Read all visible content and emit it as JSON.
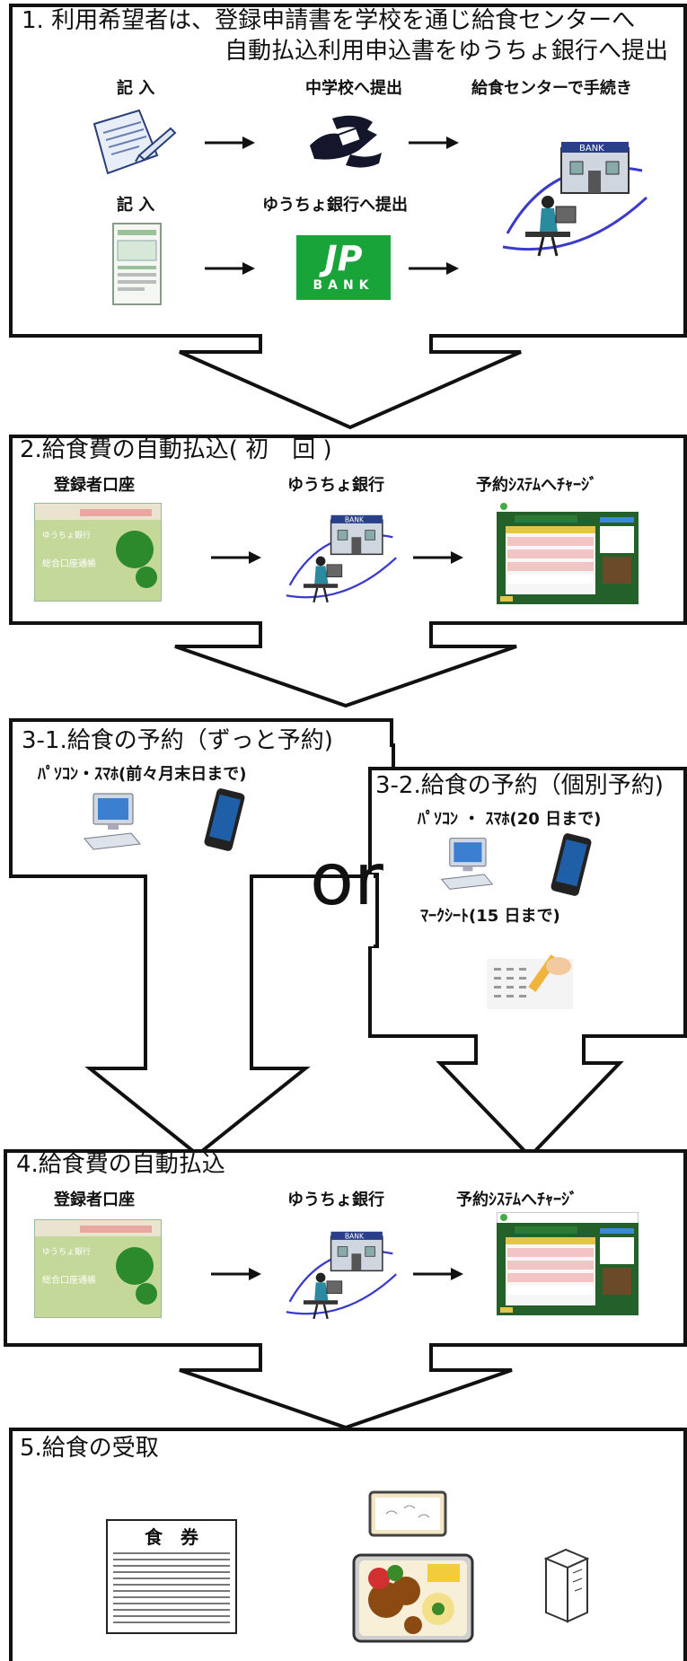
{
  "step1": {
    "title_line1": "1. 利用希望者は、登録申請書を学校を通じ給食センターへ",
    "title_line2": "自動払込利用申込書をゆうちょ銀行へ提出",
    "row1_label_write": "記 入",
    "row1_label_submit_school": "中学校へ提出",
    "row1_label_center": "給食センターで手続き",
    "row2_label_write": "記 入",
    "row2_label_submit_bank": "ゆうちょ銀行へ提出",
    "jp_bank_logo": "JP",
    "jp_bank_text": "BANK",
    "bank_sign": "BANK"
  },
  "step2": {
    "title": "2.給食費の自動払込( 初　回 )",
    "label_account": "登録者口座",
    "label_bank": "ゆうちょ銀行",
    "label_charge": "予約ｼｽﾃﾑへﾁｬｰｼﾞ",
    "passbook_logo": "ゆうちょ銀行",
    "passbook_title": "総合口座通帳",
    "bank_sign": "BANK"
  },
  "step31": {
    "title": "3-1.給食の予約（ずっと予約)",
    "subtitle": "ﾊﾟｿｺﾝ・ｽﾏﾎ(前々月末日まで)"
  },
  "or_text": "or",
  "step32": {
    "title": "3-2.給食の予約（個別予約)",
    "subtitle": "ﾊﾟｿｺﾝ ・ ｽﾏﾎ(20 日まで)",
    "marksheet": "ﾏｰｸｼｰﾄ(15 日まで)"
  },
  "step4": {
    "title": "4.給食費の自動払込",
    "label_account": "登録者口座",
    "label_bank": "ゆうちょ銀行",
    "label_charge": "予約ｼｽﾃﾑへﾁｬｰｼﾞ",
    "passbook_logo": "ゆうちょ銀行",
    "passbook_title": "総合口座通帳",
    "bank_sign": "BANK"
  },
  "step5": {
    "title": "5.給食の受取",
    "ticket_title": "食　券"
  }
}
